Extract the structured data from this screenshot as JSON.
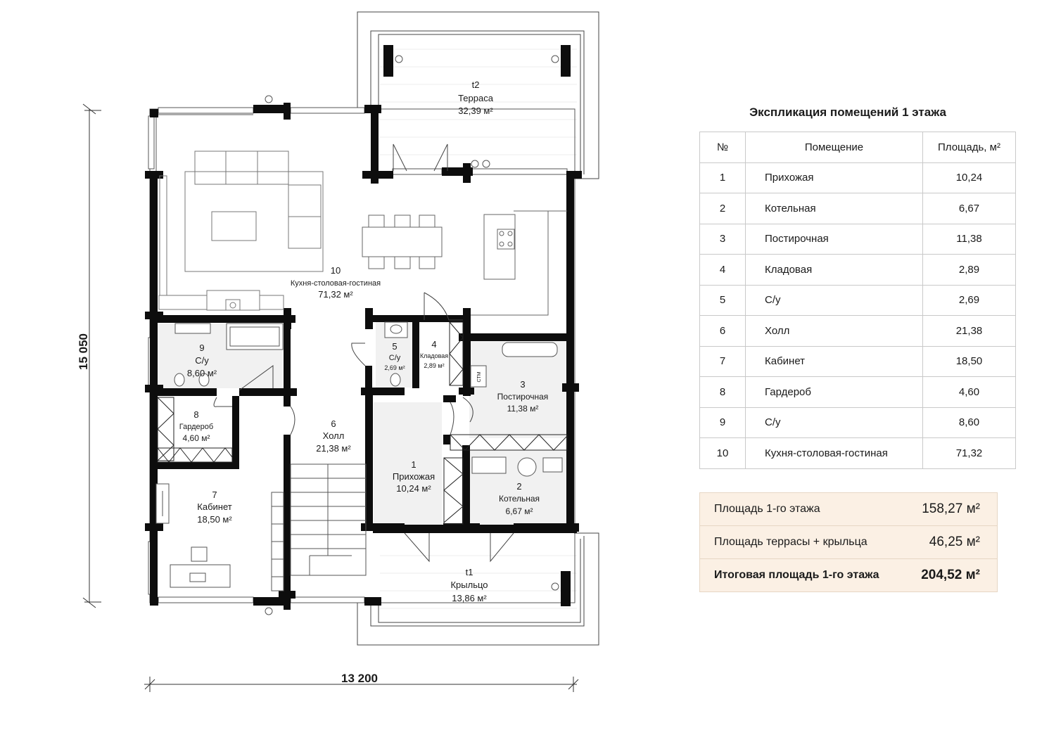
{
  "explication": {
    "title": "Экспликация помещений 1 этажа",
    "headers": {
      "no": "№",
      "room": "Помещение",
      "area": "Площадь, м²"
    },
    "rows": [
      {
        "no": "1",
        "room": "Прихожая",
        "area": "10,24"
      },
      {
        "no": "2",
        "room": "Котельная",
        "area": "6,67"
      },
      {
        "no": "3",
        "room": "Постирочная",
        "area": "11,38"
      },
      {
        "no": "4",
        "room": "Кладовая",
        "area": "2,89"
      },
      {
        "no": "5",
        "room": "С/у",
        "area": "2,69"
      },
      {
        "no": "6",
        "room": "Холл",
        "area": "21,38"
      },
      {
        "no": "7",
        "room": "Кабинет",
        "area": "18,50"
      },
      {
        "no": "8",
        "room": "Гардероб",
        "area": "4,60"
      },
      {
        "no": "9",
        "room": "С/у",
        "area": "8,60"
      },
      {
        "no": "10",
        "room": "Кухня-столовая-гостиная",
        "area": "71,32"
      }
    ]
  },
  "totals": [
    {
      "label": "Площадь 1-го этажа",
      "value": "158,27 м²"
    },
    {
      "label": "Площадь террасы + крыльца",
      "value": "46,25 м²"
    },
    {
      "label": "Итоговая площадь 1-го этажа",
      "value": "204,52 м²"
    }
  ],
  "dimensions": {
    "width": "13 200",
    "height": "15 050"
  },
  "plan_labels": {
    "r1": {
      "num": "1",
      "name": "Прихожая",
      "area": "10,24 м²"
    },
    "r2": {
      "num": "2",
      "name": "Котельная",
      "area": "6,67 м²"
    },
    "r3": {
      "num": "3",
      "name": "Постирочная",
      "area": "11,38 м²"
    },
    "r4": {
      "num": "4",
      "name": "Кладовая",
      "area": "2,89 м²"
    },
    "r5": {
      "num": "5",
      "name": "С/у",
      "area": "2,69 м²"
    },
    "r6": {
      "num": "6",
      "name": "Холл",
      "area": "21,38 м²"
    },
    "r7": {
      "num": "7",
      "name": "Кабинет",
      "area": "18,50 м²"
    },
    "r8": {
      "num": "8",
      "name": "Гардероб",
      "area": "4,60 м²"
    },
    "r9": {
      "num": "9",
      "name": "С/у",
      "area": "8,60 м²"
    },
    "r10": {
      "num": "10",
      "name": "Кухня-столовая-гостиная",
      "area": "71,32 м²"
    },
    "t1": {
      "num": "t1",
      "name": "Крыльцо",
      "area": "13,86 м²"
    },
    "t2": {
      "num": "t2",
      "name": "Терраса",
      "area": "32,39 м²"
    },
    "washer": "СТМ"
  }
}
